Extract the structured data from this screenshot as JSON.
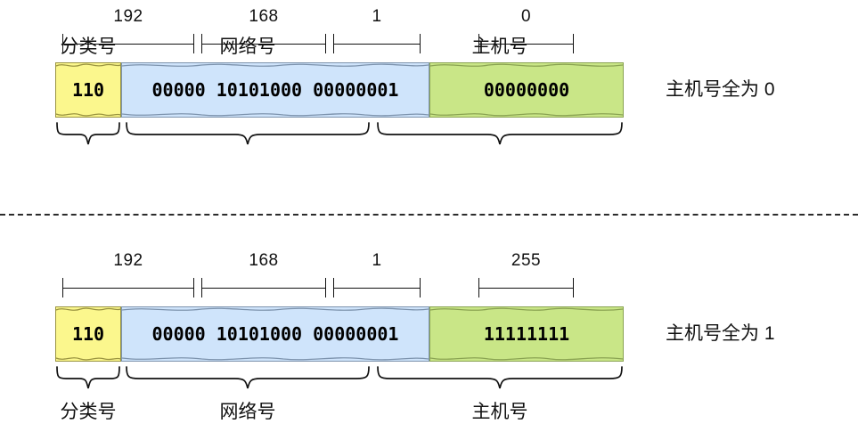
{
  "figure": {
    "title": "IP address structure: network number and host number",
    "colors": {
      "class_fill": "#fbf78d",
      "network_fill": "#cfe4fb",
      "host_fill": "#c9e687",
      "stroke": "#111111",
      "separator": "#2b2b2b"
    },
    "separator_style": "dashed"
  },
  "panels": [
    {
      "id": "panel-all-zeros",
      "side_note": "主机号全为 0",
      "octets": [
        {
          "label": "192"
        },
        {
          "label": "168"
        },
        {
          "label": "1"
        },
        {
          "label": "0"
        }
      ],
      "segments": [
        {
          "name": "class-bits",
          "value": "110",
          "brace_label": "分类号"
        },
        {
          "name": "network-bits",
          "value": "00000 10101000 00000001",
          "brace_label": "网络号"
        },
        {
          "name": "host-bits",
          "value": "00000000",
          "brace_label": "主机号"
        }
      ]
    },
    {
      "id": "panel-all-ones",
      "side_note": "主机号全为 1",
      "octets": [
        {
          "label": "192"
        },
        {
          "label": "168"
        },
        {
          "label": "1"
        },
        {
          "label": "255"
        }
      ],
      "segments": [
        {
          "name": "class-bits",
          "value": "110",
          "brace_label": "分类号"
        },
        {
          "name": "network-bits",
          "value": "00000 10101000 00000001",
          "brace_label": "网络号"
        },
        {
          "name": "host-bits",
          "value": "11111111",
          "brace_label": "主机号"
        }
      ]
    }
  ]
}
